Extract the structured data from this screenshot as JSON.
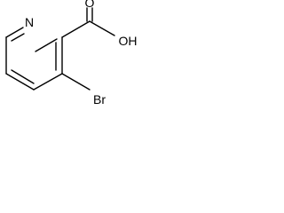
{
  "atoms": {
    "nitrogen": "N",
    "hydroxyl": "OH",
    "carbonyl_oxygen": "O",
    "bromine": "Br"
  },
  "colors": {
    "bond": "#000000",
    "label": "#000000",
    "background": "#ffffff"
  }
}
